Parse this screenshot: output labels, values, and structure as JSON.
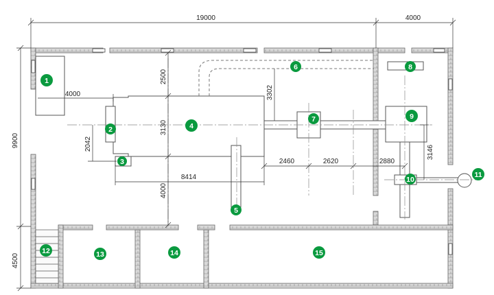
{
  "dimensions": {
    "top_left": "19000",
    "top_right": "4000",
    "left_upper": "9900",
    "left_lower": "4500",
    "d_4000_upper": "4000",
    "d_2500": "2500",
    "d_3130": "3130",
    "d_4000_lower": "4000",
    "d_2042": "2042",
    "d_8414": "8414",
    "d_3302": "3302",
    "d_2460": "2460",
    "d_2620": "2620",
    "d_2880": "2880",
    "d_3146": "3146"
  },
  "markers": {
    "m1": "1",
    "m2": "2",
    "m3": "3",
    "m4": "4",
    "m5": "5",
    "m6": "6",
    "m7": "7",
    "m8": "8",
    "m9": "9",
    "m10": "10",
    "m11": "11",
    "m12": "12",
    "m13": "13",
    "m14": "14",
    "m15": "15"
  },
  "colors": {
    "marker_fill": "#0a9a3f",
    "wall_fill": "#cfcfcf",
    "wall_stroke": "#6a6a6a",
    "line": "#555555"
  }
}
